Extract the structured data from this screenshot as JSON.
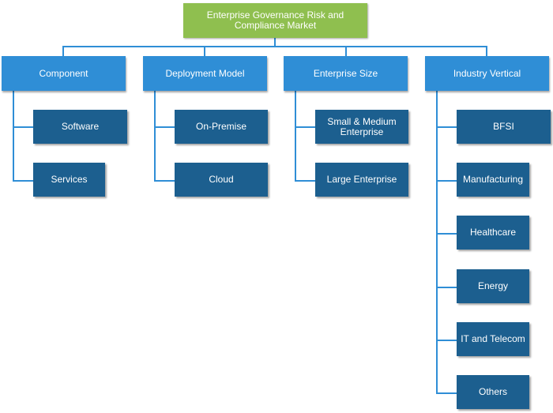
{
  "diagram": {
    "root": "Enterprise Governance Risk and Compliance Market",
    "categories": [
      {
        "label": "Component",
        "items": [
          "Software",
          "Services"
        ]
      },
      {
        "label": "Deployment Model",
        "items": [
          "On-Premise",
          "Cloud"
        ]
      },
      {
        "label": "Enterprise Size",
        "items": [
          "Small & Medium Enterprise",
          "Large Enterprise"
        ]
      },
      {
        "label": "Industry Vertical",
        "items": [
          "BFSI",
          "Manufacturing",
          "Healthcare",
          "Energy",
          "IT and Telecom",
          "Others"
        ]
      }
    ]
  },
  "colors": {
    "root": "#8fbf4f",
    "category": "#2f8ed6",
    "item": "#1c5f8f",
    "connector": "#2f8ed6"
  }
}
